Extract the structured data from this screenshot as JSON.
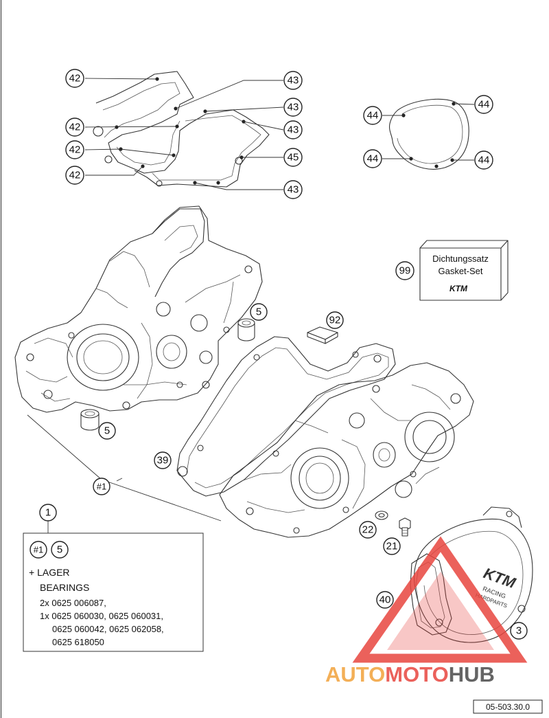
{
  "callouts": {
    "c42a": "42",
    "c42b": "42",
    "c42c": "42",
    "c42d": "42",
    "c43a": "43",
    "c43b": "43",
    "c43c": "43",
    "c43d": "43",
    "c45": "45",
    "c44a": "44",
    "c44b": "44",
    "c44c": "44",
    "c44d": "44",
    "c99": "99",
    "c5a": "5",
    "c5b": "5",
    "c92": "92",
    "c39": "39",
    "c1hash": "#1",
    "c1": "1",
    "c22": "22",
    "c21": "21",
    "c40": "40",
    "c3": "3"
  },
  "gasket_box": {
    "line1": "Dichtungssatz",
    "line2": "Gasket-Set",
    "brand": "KTM"
  },
  "cover_logo": {
    "brand": "KTM",
    "sub1": "RACING",
    "sub2": "HARDPARTS"
  },
  "note": {
    "ref_hash": "#1",
    "ref_num": "5",
    "line1": "+ LAGER",
    "line2": "BEARINGS",
    "line3": "2x 0625 006087,",
    "line4": "1x 0625 060030, 0625 060031,",
    "line5": "0625 060042, 0625 062058,",
    "line6": "0625 618050"
  },
  "watermark": {
    "part1": "AUTO",
    "part2": "MOTO",
    "part3": "HUB"
  },
  "colors": {
    "watermark_orange": "#f2a23a",
    "watermark_red": "#e8463f",
    "watermark_dark": "#4a4a4a",
    "line": "#333333"
  },
  "doc_number": "05-503.30.0"
}
